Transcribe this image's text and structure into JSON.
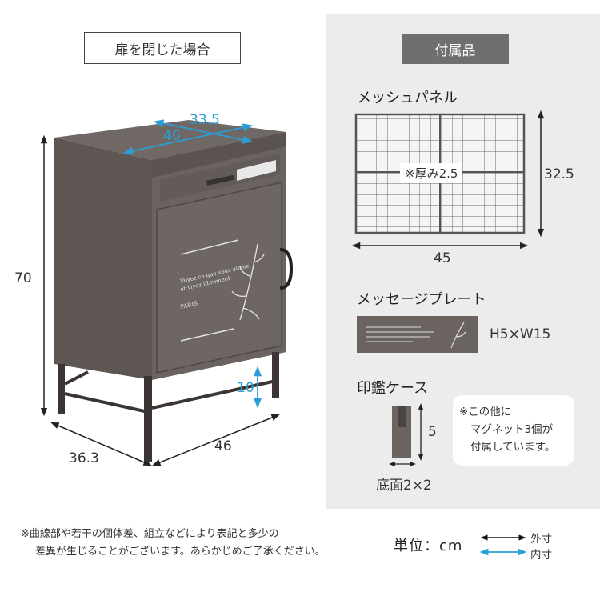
{
  "left_title": "扉を閉じた場合",
  "right_title": "付属品",
  "cabinet": {
    "outer_width": "46",
    "inner_width": "33.5",
    "height": "70",
    "depth": "36.3",
    "width_bottom": "46",
    "leg_height": "10",
    "door_text_line1": "Voyez ce que vous aimez",
    "door_text_line2": "et vivez librement",
    "door_text_line3": "PARIS"
  },
  "mesh_panel": {
    "label": "メッシュパネル",
    "thickness": "※厚み2.5",
    "height": "32.5",
    "width": "45"
  },
  "message_plate": {
    "label": "メッセージプレート",
    "size": "H5×W15"
  },
  "stamp_case": {
    "label": "印鑑ケース",
    "height": "5",
    "base": "底面2×2"
  },
  "note": {
    "line1": "※この他に",
    "line2": "マグネット3個が",
    "line3": "付属しています。"
  },
  "footnote": {
    "line1": "※曲線部や若干の個体差、組立などにより表記と多少の",
    "line2": "差異が生じることがございます。あらかじめご了承ください。"
  },
  "unit_label": "単位：cm",
  "legend": {
    "outer": "外寸",
    "inner": "内寸",
    "outer_color": "#111111",
    "inner_color": "#2a9fd6"
  }
}
